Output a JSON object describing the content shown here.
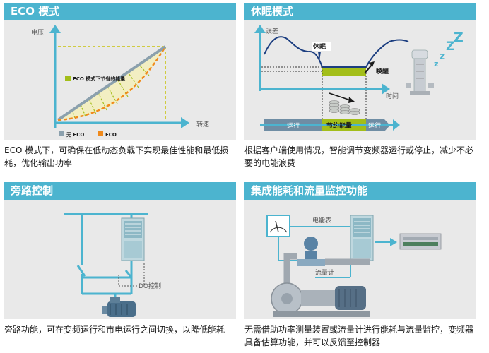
{
  "panels": [
    {
      "title": "ECO 模式",
      "caption": "ECO 模式下，可确保在低动态负载下实现最佳性能和最低损耗，优化输出功率",
      "ylabel": "电压",
      "xlabel": "转速",
      "annotation": "ECO 模式下节省的能量",
      "legend": [
        "无 ECO",
        "ECO"
      ]
    },
    {
      "title": "休眠模式",
      "caption": "根据客户端使用情况，智能调节变频器运行或停止，减少不必要的电能浪费",
      "ylabel": "误差",
      "xlabel": "时间",
      "sleep": "休眠",
      "wake": "唤醒",
      "bar": [
        "运行",
        "节约能量",
        "运行"
      ]
    },
    {
      "title": "旁路控制",
      "caption": "旁路功能，可在变频运行和市电运行之间切换，以降低能耗",
      "do_label": "DO控制"
    },
    {
      "title": "集成能耗和流量监控功能",
      "caption": "无需借助功率测量装置或流量计进行能耗与流量监控，变频器具备估算功能，并可以反馈至控制器",
      "meter_label": "电能表",
      "flow_label": "流量计"
    }
  ],
  "colors": {
    "header": "#4cb4cf",
    "panel_bg": "#e9e9e9",
    "arrow": "#4cb4cf",
    "eco": "#f08a1c",
    "no_eco": "#8ba0ad",
    "energy": "#a3be1a"
  }
}
